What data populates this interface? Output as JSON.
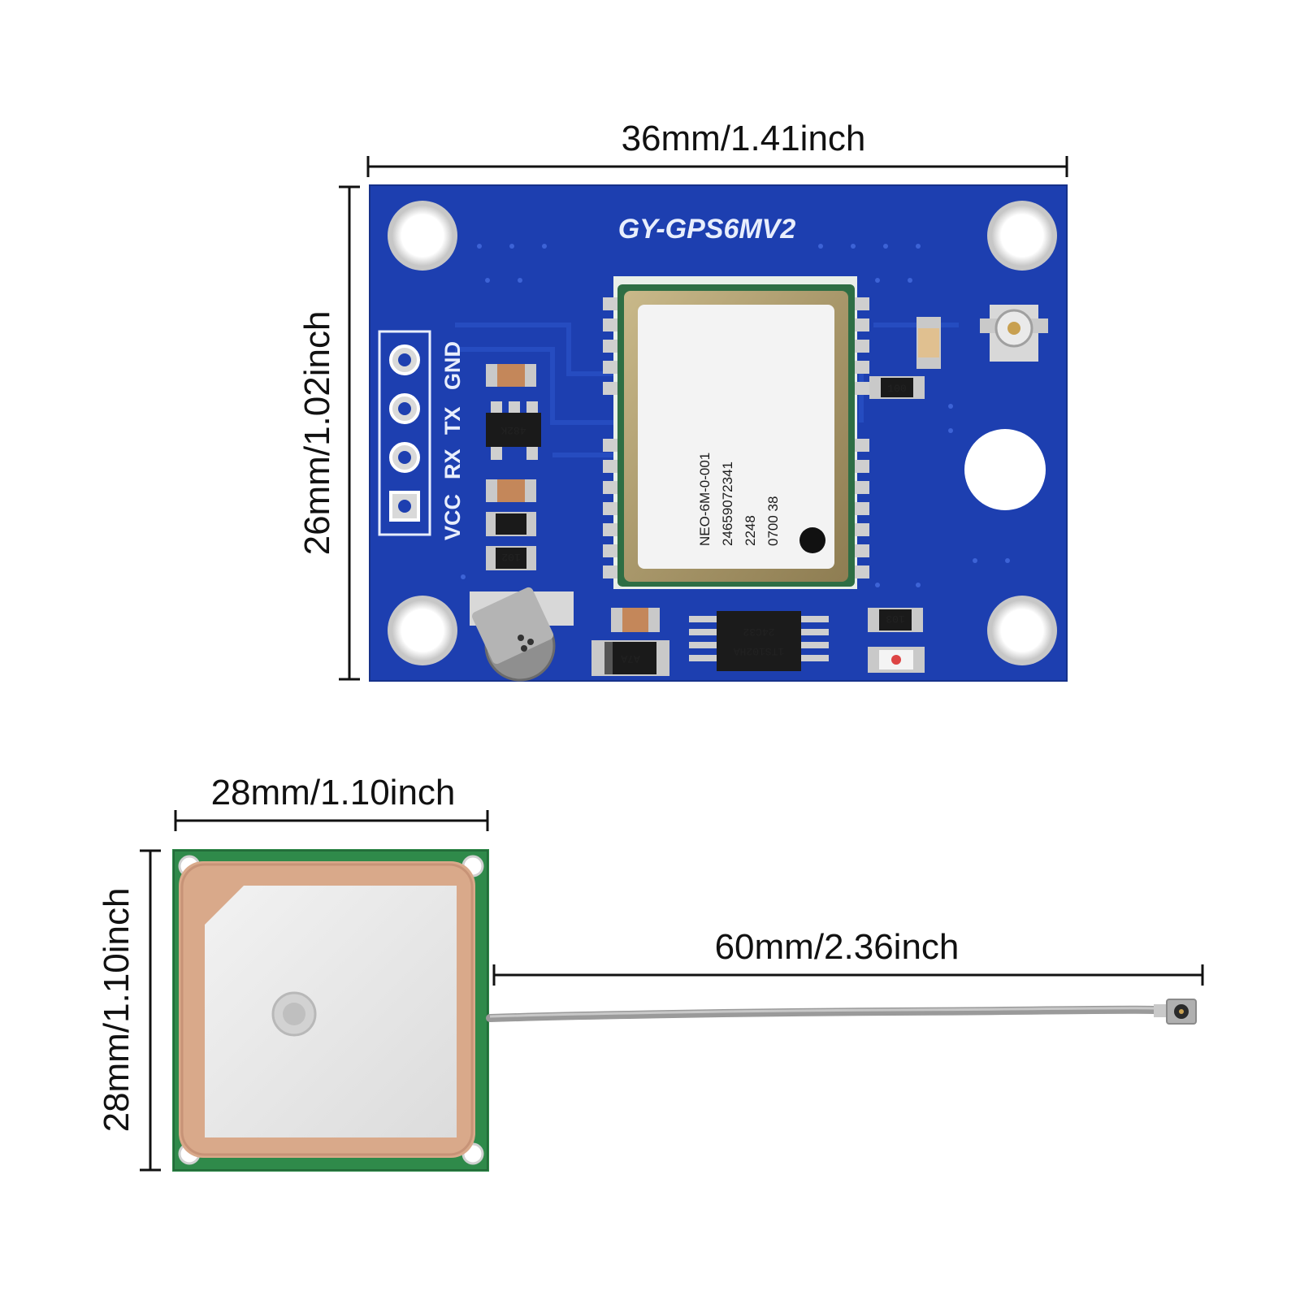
{
  "dimensions": {
    "module_width": "36mm/1.41inch",
    "module_height": "26mm/1.02inch",
    "antenna_width": "28mm/1.10inch",
    "antenna_height": "28mm/1.10inch",
    "cable_length": "60mm/2.36inch"
  },
  "module": {
    "board_label": "GY-GPS6MV2",
    "pins": [
      "VCC",
      "RX",
      "TX",
      "GND"
    ],
    "gps_chip": {
      "lines": [
        "NEO-6M-0-001",
        "24659072341",
        "2248",
        "0700 38"
      ]
    },
    "resistor_100": "100",
    "resistor_102": "102",
    "resistor_103": "103",
    "ic_482k": "482K",
    "diode_a7a": "A7A",
    "eeprom_lines": [
      "1TS102HA",
      "24C32"
    ]
  },
  "colors": {
    "pcb_blue": "#1d3fb0",
    "antenna_green": "#2f8a4a",
    "ceramic_copper": "#d9a98a",
    "patch_silver": "#e6e6e6"
  }
}
